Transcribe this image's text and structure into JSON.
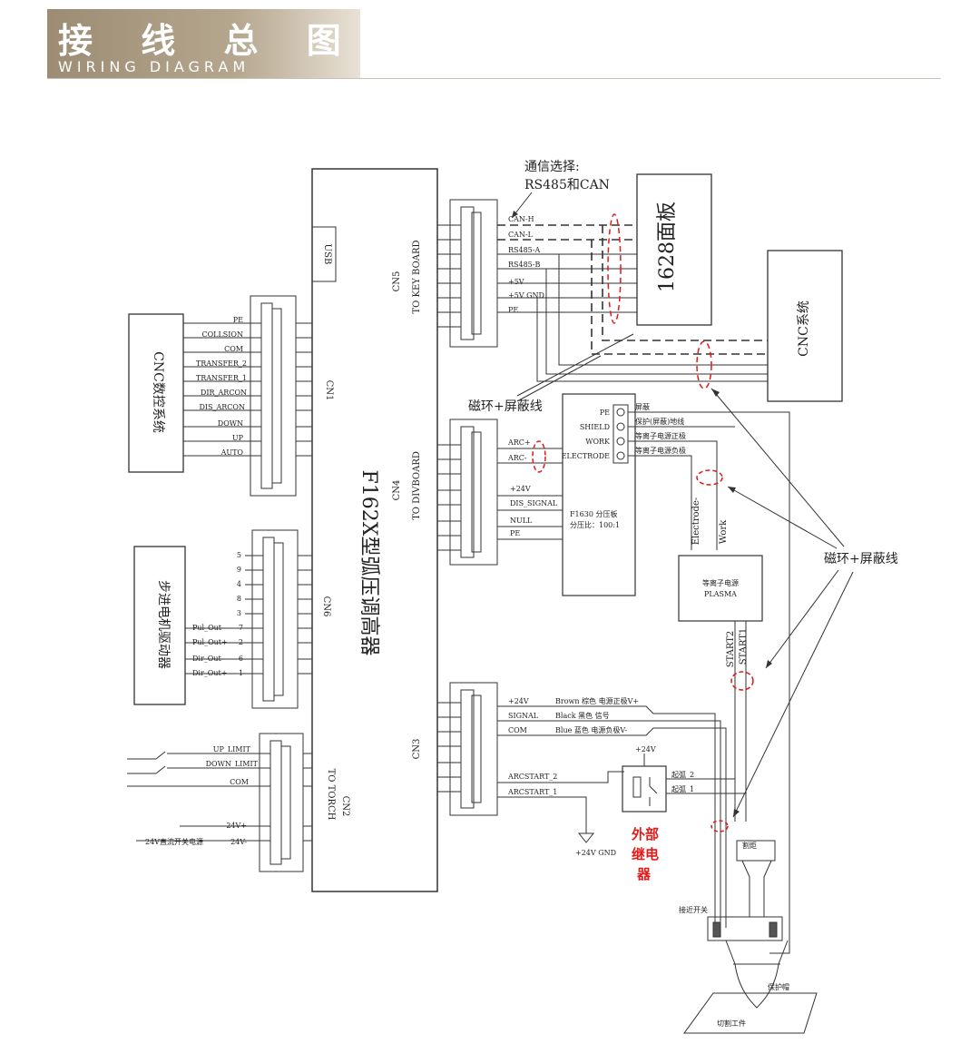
{
  "header": {
    "title": "接 线 总 图",
    "subtitle": "WIRING DIAGRAM"
  },
  "main_unit": {
    "label": "F162X型弧压调高器",
    "usb": "USB"
  },
  "cn5": {
    "name": "CN5",
    "desc": "TO KEY BOARD",
    "signals": [
      "CAN-H",
      "CAN-L",
      "RS485-A",
      "RS485-B",
      "+5V",
      "+5V GND",
      "PE"
    ]
  },
  "comm_note": {
    "line1": "通信选择:",
    "line2": "RS485和CAN"
  },
  "panel_1628": "1628面板",
  "cnc_system": "CNC系统",
  "cnc_controller": "CNC数控系统",
  "cn1": {
    "name": "CN1",
    "signals": [
      "PE",
      "COLLSION",
      "COM",
      "TRANSFER_2",
      "TRANSFER_1",
      "DIR_ARCON",
      "DIS_ARCON",
      "DOWN",
      "UP",
      "AUTO"
    ]
  },
  "cn4": {
    "name": "CN4",
    "desc": "TO DIVBOARD",
    "signals": [
      "ARC+",
      "ARC-",
      "+24V",
      "DIS_SIGNAL",
      "NULL",
      "PE"
    ]
  },
  "divider": {
    "terminals": [
      "PE",
      "SHIELD",
      "WORK",
      "ELECTRODE"
    ],
    "notes": [
      "屏蔽",
      "保护(屏蔽)地线",
      "等离子电源正极",
      "等离子电源负极"
    ],
    "model": "F1630 分压板",
    "ratio": "分压比：100:1"
  },
  "magnetic_ring_1": "磁环+屏蔽线",
  "magnetic_ring_2": "磁环+屏蔽线",
  "electrode_label": "Electrode-",
  "work_label": "Work",
  "plasma": {
    "line1": "等离子电源",
    "line2": "PLASMA"
  },
  "start_labels": [
    "START2",
    "START1"
  ],
  "stepper": "步进电机驱动器",
  "cn6": {
    "name": "CN6",
    "pins": [
      "5",
      "9",
      "4",
      "8",
      "3",
      "7",
      "2",
      "6",
      "1"
    ],
    "signals": [
      "Pul_Out-",
      "Pul_Out+",
      "Dir_Out-",
      "Dir_Out+"
    ]
  },
  "cn2": {
    "name": "CN2",
    "desc": "TO TORCH",
    "signals": [
      "UP_LIMIT",
      "DOWN_LIMIT",
      "COM",
      "24V+",
      "24V-"
    ],
    "supply_note": "24V直流开关电源"
  },
  "cn3": {
    "name": "CN3",
    "signals": [
      "+24V",
      "SIGNAL",
      "COM",
      "ARCSTART_2",
      "ARCSTART_1"
    ],
    "wires": [
      "Brown 棕色 电源正极V+",
      "Black 黑色 信号",
      "Blue 蓝色 电源负极V-"
    ],
    "gnd": "+24V GND",
    "relay_v": "+24V",
    "relay_pins": [
      "起弧_2",
      "起弧_1"
    ]
  },
  "relay": [
    "外部",
    "继电",
    "器"
  ],
  "torch": {
    "label": "割炬",
    "switch": "接近开关",
    "cap": "保护帽",
    "workpiece": "切割工件"
  },
  "colors": {
    "line": "#333333",
    "accent_red": "#e21a1a",
    "header": "#a6977e"
  }
}
